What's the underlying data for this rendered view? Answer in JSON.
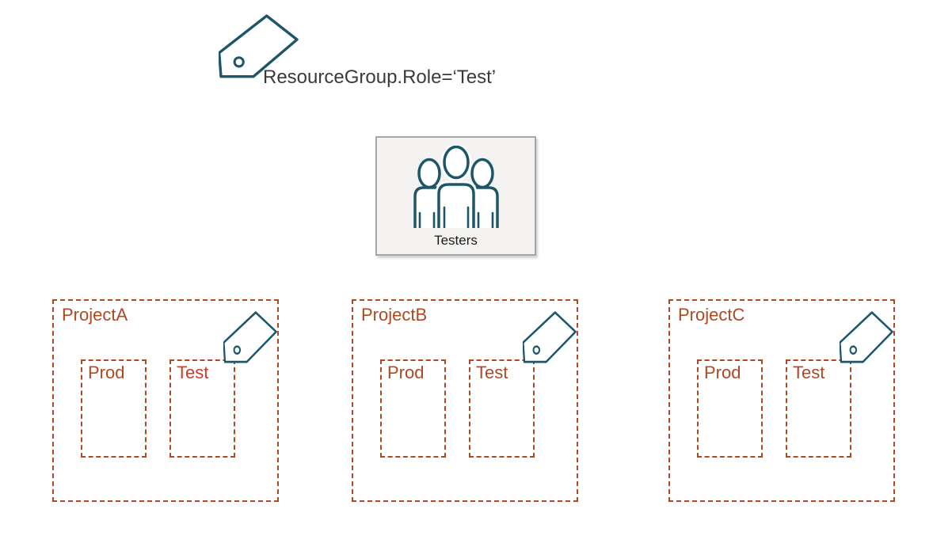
{
  "policy_tag": {
    "icon": "tag-icon",
    "label": "ResourceGroup.Role=‘Test’"
  },
  "group_box": {
    "icon": "people-group-icon",
    "label": "Testers"
  },
  "projects": [
    {
      "name": "ProjectA",
      "tag": "tag-icon",
      "resource_groups": [
        {
          "label": "Prod",
          "highlighted": false
        },
        {
          "label": "Test",
          "highlighted": true
        }
      ]
    },
    {
      "name": "ProjectB",
      "tag": "tag-icon",
      "resource_groups": [
        {
          "label": "Prod",
          "highlighted": false
        },
        {
          "label": "Test",
          "highlighted": false
        }
      ]
    },
    {
      "name": "ProjectC",
      "tag": "tag-icon",
      "resource_groups": [
        {
          "label": "Prod",
          "highlighted": false
        },
        {
          "label": "Test",
          "highlighted": false
        }
      ]
    }
  ],
  "colors": {
    "teal": "#1e5669",
    "orange": "#ad4a22",
    "highlight_red": "#d23b2a",
    "label_dark": "#3a3a3a",
    "testers_text": "#1c1c1c",
    "box_bg": "#f4f3f1",
    "box_border": "#a9a6a2"
  }
}
